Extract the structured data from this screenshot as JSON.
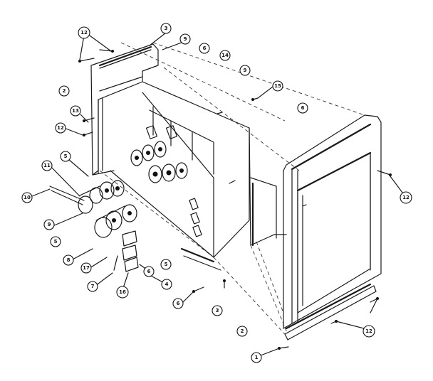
{
  "callouts": [
    {
      "label": "12"
    },
    {
      "label": "3"
    },
    {
      "label": "9"
    },
    {
      "label": "6"
    },
    {
      "label": "14"
    },
    {
      "label": "9"
    },
    {
      "label": "15"
    },
    {
      "label": "6"
    },
    {
      "label": "2"
    },
    {
      "label": "13"
    },
    {
      "label": "12"
    },
    {
      "label": "5"
    },
    {
      "label": "11"
    },
    {
      "label": "10"
    },
    {
      "label": "9"
    },
    {
      "label": "5"
    },
    {
      "label": "8"
    },
    {
      "label": "17"
    },
    {
      "label": "7"
    },
    {
      "label": "16"
    },
    {
      "label": "6"
    },
    {
      "label": "5"
    },
    {
      "label": "4"
    },
    {
      "label": "6"
    },
    {
      "label": "3"
    },
    {
      "label": "2"
    },
    {
      "label": "1"
    },
    {
      "label": "12"
    },
    {
      "label": "12"
    }
  ]
}
